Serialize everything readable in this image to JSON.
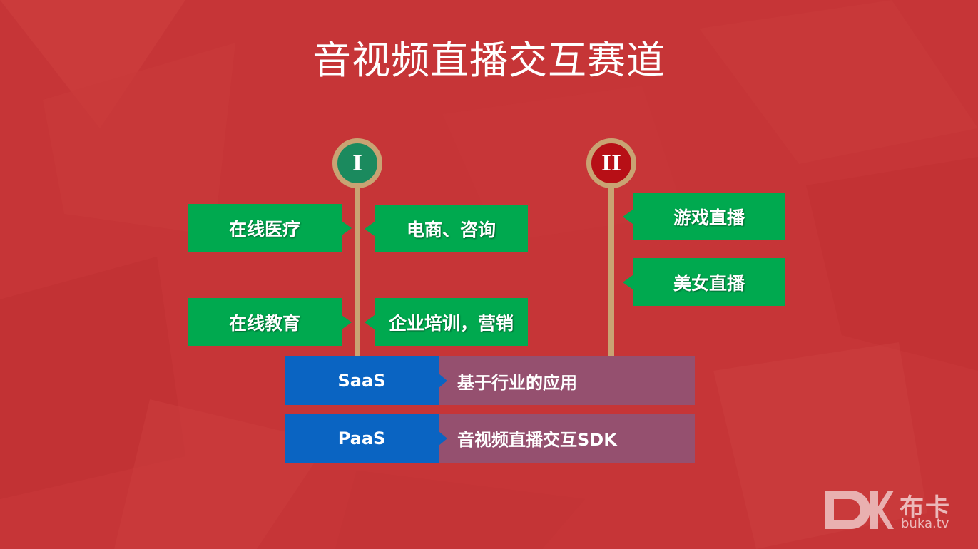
{
  "title": "音视频直播交互赛道",
  "tracks": [
    {
      "marker": "I",
      "color": "#1b8a5e"
    },
    {
      "marker": "II",
      "color": "#b70f16"
    }
  ],
  "track1": {
    "left_items": [
      "在线医疗",
      "在线教育"
    ],
    "right_items": [
      "电商、咨询",
      "企业培训，营销"
    ]
  },
  "track2": {
    "items": [
      "游戏直播",
      "美女直播"
    ]
  },
  "layers": [
    {
      "name": "SaaS",
      "desc": "基于行业的应用"
    },
    {
      "name": "PaaS",
      "desc": "音视频直播交互SDK"
    }
  ],
  "logo": {
    "brand": "布卡",
    "domain": "buka.tv"
  },
  "colors": {
    "background": "#c63537",
    "tag_green": "#00a94f",
    "layer_blue": "#0a64c2",
    "layer_purple": "#95506f",
    "stem_gold": "#c9a373"
  }
}
